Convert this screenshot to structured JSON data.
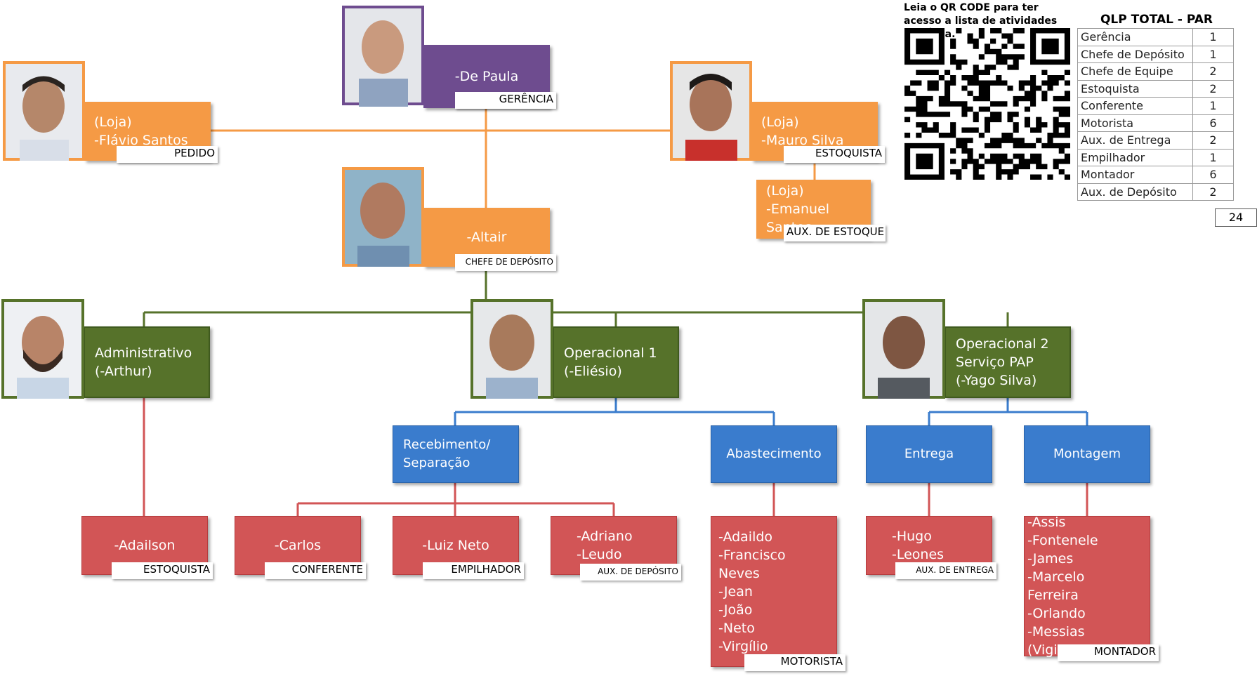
{
  "colors": {
    "orange": "#f59a45",
    "purple": "#6e4c8f",
    "green": "#56722a",
    "blue": "#3a7ccd",
    "red": "#d25556"
  },
  "management": {
    "gerencia": {
      "name": "-De Paula",
      "role": "GERÊNCIA"
    },
    "pedido": {
      "name": "(Loja)\n-Flávio Santos",
      "role": "PEDIDO"
    },
    "estoquista_loja": {
      "name": "(Loja)\n-Mauro Silva",
      "role": "ESTOQUISTA"
    },
    "aux_estoque": {
      "name": "(Loja)\n-Emanuel Santos",
      "role": "AUX. DE ESTOQUE"
    },
    "chefe_deposito": {
      "name": "-Altair",
      "role": "CHEFE DE DEPÓSITO"
    }
  },
  "teams": {
    "administrativo": {
      "label": "Administrativo\n(-Arthur)"
    },
    "operacional1": {
      "label": "Operacional 1\n(-Eliésio)"
    },
    "operacional2": {
      "label": "Operacional 2\nServiço PAP\n(-Yago Silva)"
    }
  },
  "areas": {
    "recebimento": "Recebimento/\nSeparação",
    "abastecimento": "Abastecimento",
    "entrega": "Entrega",
    "montagem": "Montagem"
  },
  "staff": {
    "adailson": {
      "names": "-Adailson",
      "role": "ESTOQUISTA"
    },
    "carlos": {
      "names": "-Carlos",
      "role": "CONFERENTE"
    },
    "luiz": {
      "names": "-Luiz Neto",
      "role": "EMPILHADOR"
    },
    "adriano": {
      "names": "-Adriano\n-Leudo",
      "role": "AUX. DE DEPÓSITO"
    },
    "motoristas": {
      "names": "-Adaildo\n-Francisco Neves\n-Jean\n-João\n-Neto\n-Virgílio",
      "role": "MOTORISTA"
    },
    "aux_entrega": {
      "names": "-Hugo\n-Leones",
      "role": "AUX. DE ENTREGA"
    },
    "montadores": {
      "names": "-Assis\n-Fontenele\n-James\n-Marcelo Ferreira\n-Orlando\n-Messias (Vigilante)",
      "role": "MONTADOR"
    }
  },
  "qr": {
    "caption": "Leia o QR CODE para ter acesso a lista de atividades por Área."
  },
  "qlp": {
    "title": "QLP TOTAL - PAR",
    "rows": [
      {
        "role": "Gerência",
        "count": "1"
      },
      {
        "role": "Chefe de Depósito",
        "count": "1"
      },
      {
        "role": "Chefe de Equipe",
        "count": "2"
      },
      {
        "role": "Estoquista",
        "count": "2"
      },
      {
        "role": "Conferente",
        "count": "1"
      },
      {
        "role": "Motorista",
        "count": "6"
      },
      {
        "role": "Aux. de Entrega",
        "count": "2"
      },
      {
        "role": "Empilhador",
        "count": "1"
      },
      {
        "role": "Montador",
        "count": "6"
      },
      {
        "role": "Aux. de Depósito",
        "count": "2"
      }
    ],
    "total": "24"
  }
}
